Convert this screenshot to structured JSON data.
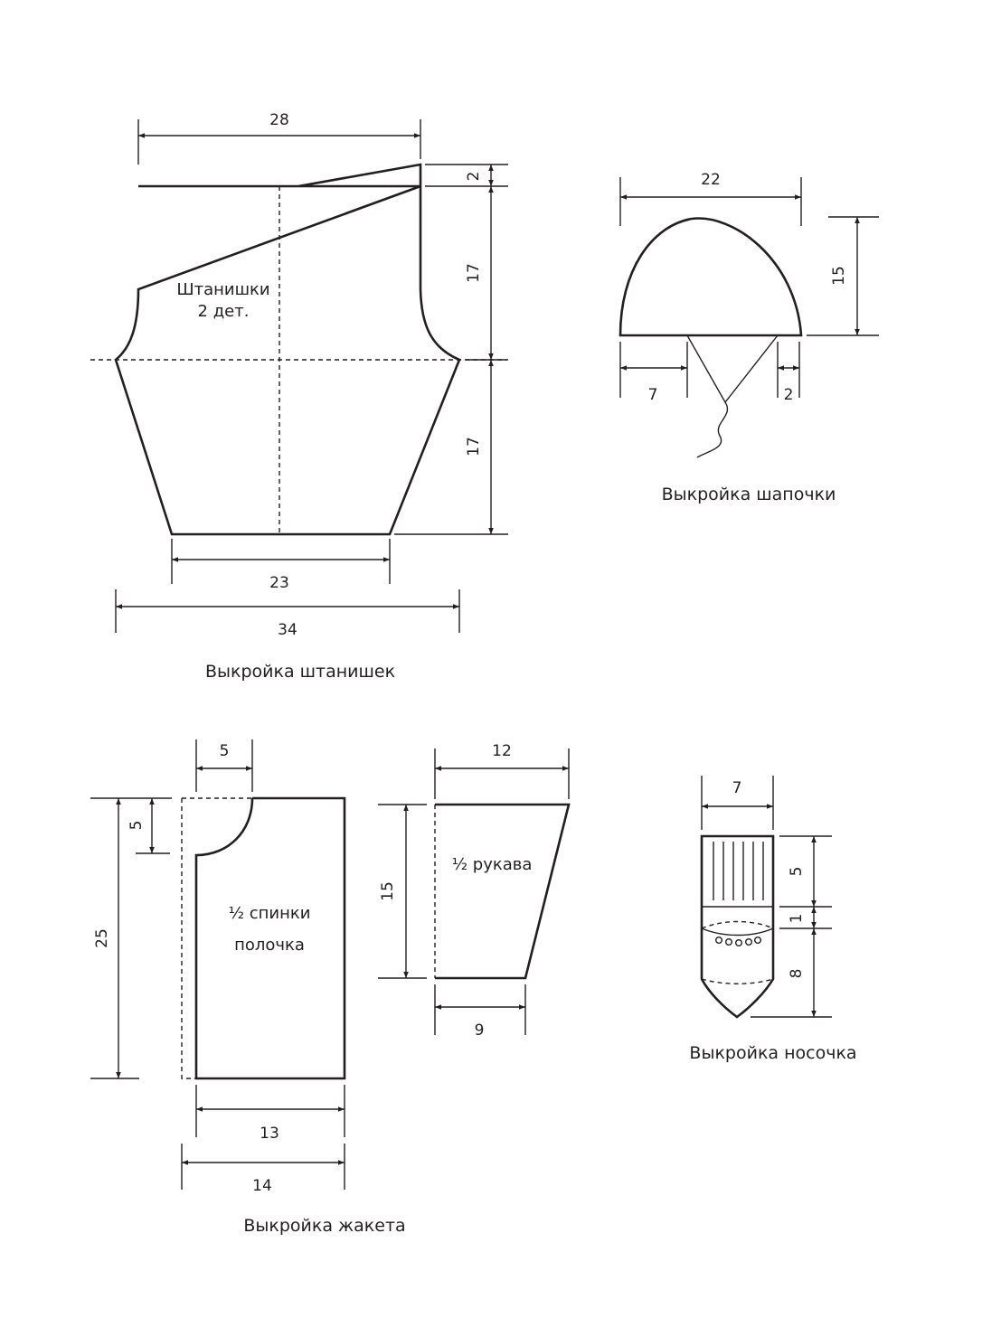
{
  "pants": {
    "label_line1": "Штанишки",
    "label_line2": "2 дет.",
    "caption": "Выкройка штанишек",
    "dims": {
      "top_width": "28",
      "rise": "2",
      "upper_height": "17",
      "lower_height": "17",
      "bottom_width": "23",
      "full_width": "34"
    }
  },
  "hat": {
    "caption": "Выкройка шапочки",
    "dims": {
      "width": "22",
      "height": "15",
      "tie_offset": "7",
      "tie_edge": "2"
    }
  },
  "jacket": {
    "caption": "Выкройка жакета",
    "back_line1": "½ спинки",
    "back_line2": "полочка",
    "sleeve_label": "½ рукава",
    "dims": {
      "neck_width": "5",
      "neck_depth": "5",
      "length": "25",
      "width_inner": "13",
      "width_full": "14",
      "sleeve_top": "12",
      "sleeve_height": "15",
      "sleeve_bottom": "9"
    }
  },
  "sock": {
    "caption": "Выкройка носочка",
    "dims": {
      "width": "7",
      "cuff": "5",
      "band": "1",
      "foot": "8"
    }
  }
}
